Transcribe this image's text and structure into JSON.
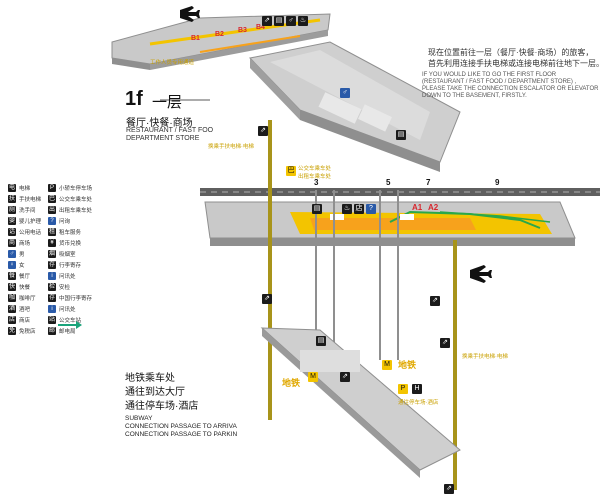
{
  "notes": {
    "cn_line1": "现在位置前往一层（餐厅·快餐·商场）的旅客，",
    "cn_line2": "首先利用连接手扶电梯或连接电梯前往地下一层。",
    "en_line1": "IF YOU WOULD LIKE TO GO THE FIRST FLOOR",
    "en_line2": "(RESTAURANT / FAST FOOD / DEPARTMENT STORE) ,",
    "en_line3": "PLEASE TAKE THE CONNECTION ESCALATOR OR ELEVATOR",
    "en_line4": "DOWN TO THE BASEMENT, FIRSTLY."
  },
  "floor": {
    "code": "1f",
    "name_cn": "一层",
    "desc_cn": "餐厅·快餐·商场",
    "desc_en_1": "RESTAURANT / FAST FOO",
    "desc_en_2": "DEPARTMENT STORE"
  },
  "top_gates": [
    "B1",
    "B2",
    "B3",
    "B4"
  ],
  "main_gates": [
    "3",
    "5",
    "7",
    "9"
  ],
  "red_gates": [
    "A1",
    "A2"
  ],
  "small_labels": {
    "escalator_upper": "换乘手扶电梯·电梯",
    "escalator_right": "换乘手扶电梯·电梯",
    "subway_small": "地铁",
    "subway_big": "地铁",
    "parking": "通往停车场·酒店",
    "top_left": "工作人员专用通道",
    "mid_upper": "公交车乘车处",
    "mid_lower": "出租车乘车处"
  },
  "legend": {
    "col1": [
      "电梯",
      "手扶电梯",
      "洗手间",
      "婴儿护理",
      "公用电话",
      "商场",
      "男",
      "女",
      "餐厅",
      "快餐",
      "咖啡厅",
      "酒吧",
      "商店",
      "免税店"
    ],
    "col2": [
      "小轿车停车场",
      "公交车乘车处",
      "出租车乘车处",
      "问询",
      "租车服务",
      "货币兑换",
      "吸烟室",
      "行李寄存",
      "问讯处",
      "安检",
      "中国行李寄存",
      "问讯处",
      "公交车站",
      "邮电局"
    ],
    "icons1": [
      "电",
      "扶",
      "厕",
      "婴",
      "话",
      "商",
      "♂",
      "♀",
      "餐",
      "快",
      "咖",
      "酒",
      "店",
      "免"
    ],
    "icons2": [
      "P",
      "巴",
      "出",
      "?",
      "租",
      "¥",
      "烟",
      "存",
      "i",
      "检",
      "存",
      "i",
      "站",
      "邮"
    ]
  },
  "subway": {
    "cn_1": "地铁乘车处",
    "cn_2": "通往到达大厅",
    "cn_3": "通往停车场·酒店",
    "en_1": "SUBWAY",
    "en_2": "CONNECTION PASSAGE TO ARRIVA",
    "en_3": "CONNECTION PASSAGE TO PARKIN"
  },
  "colors": {
    "platform_top": "#c9c9c9",
    "platform_side": "#8f8f8f",
    "roadway": "#5f5f5f",
    "yellow": "#f3c400",
    "orange": "#f7a21c",
    "green": "#2aa84a",
    "teal": "#1aa37a",
    "blue": "#2a5aa8",
    "olive": "#a8941a"
  }
}
